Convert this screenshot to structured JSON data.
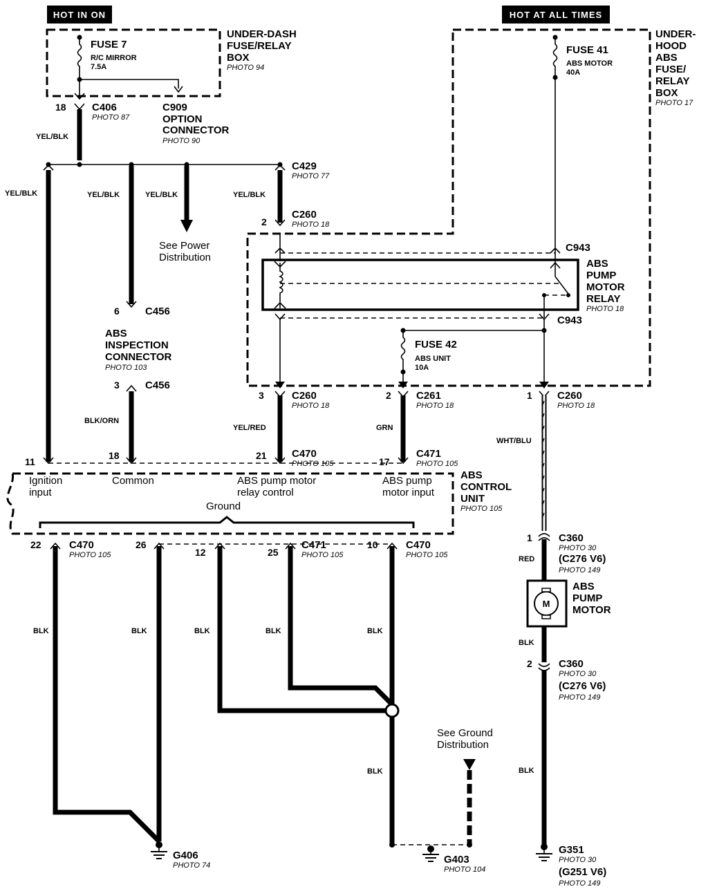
{
  "tags": {
    "hot_in_on": "HOT IN ON",
    "hot_at_all_times": "HOT AT ALL TIMES"
  },
  "underdash_box": {
    "l1": "UNDER-DASH",
    "l2": "FUSE/RELAY",
    "l3": "BOX",
    "photo": "PHOTO 94"
  },
  "fuse7": {
    "name": "FUSE 7",
    "desc": "R/C MIRROR",
    "rating": "7.5A"
  },
  "underhood_box": {
    "l1": "UNDER-",
    "l2": "HOOD",
    "l3": "ABS",
    "l4": "FUSE/",
    "l5": "RELAY",
    "l6": "BOX",
    "photo": "PHOTO 17"
  },
  "fuse41": {
    "name": "FUSE 41",
    "desc": "ABS MOTOR",
    "rating": "40A"
  },
  "fuse42": {
    "name": "FUSE 42",
    "desc": "ABS UNIT",
    "rating": "10A"
  },
  "c406": {
    "pin": "18",
    "name": "C406",
    "photo": "PHOTO 87"
  },
  "c909": {
    "l1": "C909",
    "l2": "OPTION",
    "l3": "CONNECTOR",
    "photo": "PHOTO 90"
  },
  "c429": {
    "name": "C429",
    "photo": "PHOTO 77"
  },
  "c260_top": {
    "pin": "2",
    "name": "C260",
    "photo": "PHOTO 18"
  },
  "c943_top": {
    "name": "C943"
  },
  "c943_bot": {
    "name": "C943"
  },
  "relay": {
    "l1": "ABS",
    "l2": "PUMP",
    "l3": "MOTOR",
    "l4": "RELAY",
    "photo": "PHOTO 18"
  },
  "wires": {
    "yel_blk": "YEL/BLK",
    "blk_orn": "BLK/ORN",
    "yel_red": "YEL/RED",
    "grn": "GRN",
    "wht_blu": "WHT/BLU",
    "red": "RED",
    "blk": "BLK"
  },
  "see_power": {
    "l1": "See Power",
    "l2": "Distribution"
  },
  "see_ground": {
    "l1": "See Ground",
    "l2": "Distribution"
  },
  "c456_top": {
    "pin": "6",
    "name": "C456"
  },
  "c456_bot": {
    "pin": "3",
    "name": "C456"
  },
  "abs_insp": {
    "l1": "ABS",
    "l2": "INSPECTION",
    "l3": "CONNECTOR",
    "photo": "PHOTO 103"
  },
  "c260_b3": {
    "pin": "3",
    "name": "C260",
    "photo": "PHOTO 18"
  },
  "c261": {
    "pin": "2",
    "name": "C261",
    "photo": "PHOTO 18"
  },
  "c260_b1": {
    "pin": "1",
    "name": "C260",
    "photo": "PHOTO 18"
  },
  "ecu_pins": {
    "p11": "11",
    "p18": "18",
    "p21": "21",
    "p17": "17"
  },
  "c470_top": {
    "name": "C470",
    "photo": "PHOTO 105"
  },
  "c471_top": {
    "name": "C471",
    "photo": "PHOTO 105"
  },
  "ecu": {
    "l1": "ABS",
    "l2": "CONTROL",
    "l3": "UNIT",
    "photo": "PHOTO 105",
    "ign1": "Ignition",
    "ign2": "input",
    "common": "Common",
    "relay1": "ABS pump motor",
    "relay2": "relay control",
    "motor1": "ABS pump",
    "motor2": "motor input",
    "ground": "Ground"
  },
  "bottom_pins": {
    "p22": "22",
    "p26": "26",
    "p12": "12",
    "p25": "25",
    "p10": "10"
  },
  "c470_b22": {
    "name": "C470",
    "photo": "PHOTO 105"
  },
  "c471_b25": {
    "name": "C471",
    "photo": "PHOTO 105"
  },
  "c470_b10": {
    "name": "C470",
    "photo": "PHOTO 105"
  },
  "c360_top": {
    "pin": "1",
    "name": "C360",
    "photo": "PHOTO 30",
    "alt": "(C276 V6)",
    "photo2": "PHOTO 149"
  },
  "c360_bot": {
    "pin": "2",
    "name": "C360",
    "photo": "PHOTO 30",
    "alt": "(C276 V6)",
    "photo2": "PHOTO 149"
  },
  "motor": {
    "symbol": "M",
    "l1": "ABS",
    "l2": "PUMP",
    "l3": "MOTOR"
  },
  "g406": {
    "name": "G406",
    "photo": "PHOTO 74"
  },
  "g403": {
    "name": "G403",
    "photo": "PHOTO 104"
  },
  "g351": {
    "name": "G351",
    "photo": "PHOTO 30",
    "alt": "(G251 V6)",
    "photo2": "PHOTO 149"
  }
}
